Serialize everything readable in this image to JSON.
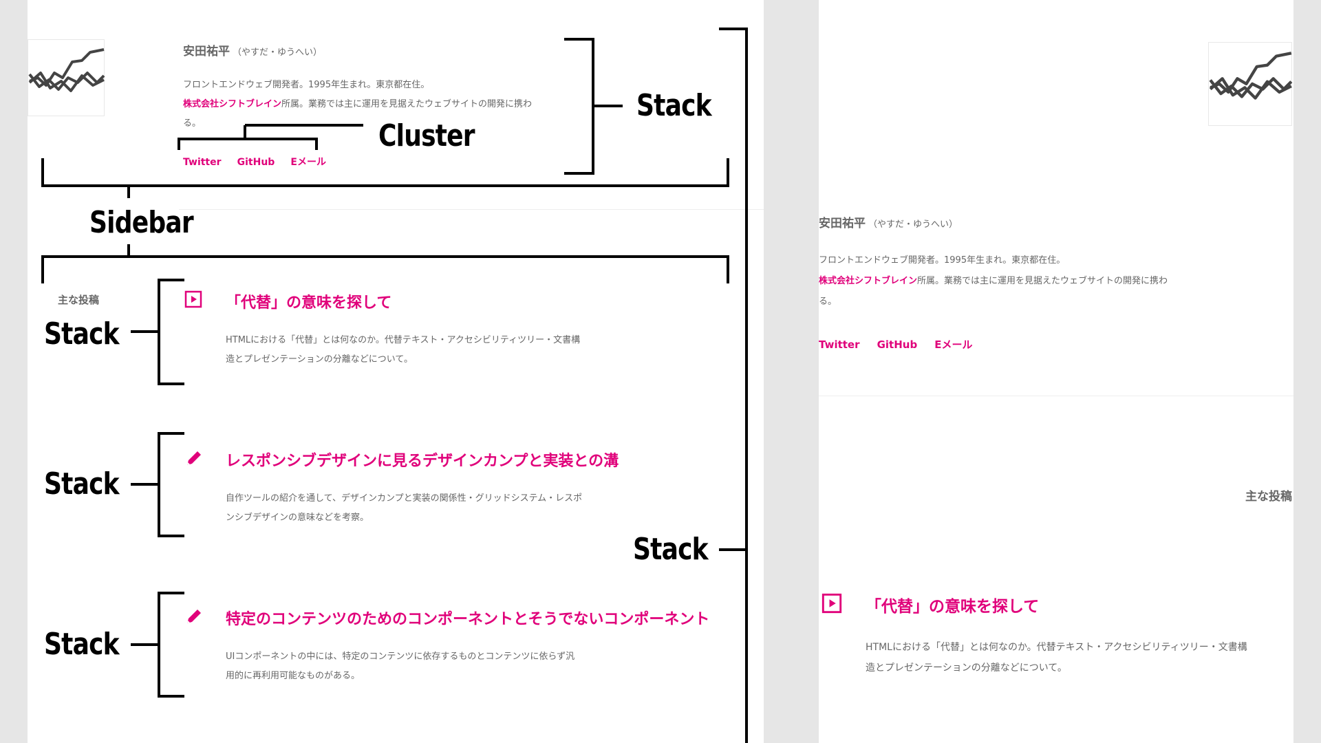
{
  "profile": {
    "name": "安田祐平",
    "name_kana": "（やすだ・ゆうへい）",
    "bio_line1": "フロントエンドウェブ開発者。1995年生まれ。東京都在住。",
    "company": "株式会社シフトブレイン",
    "bio_line2_rest": "所属。業務では主に運用を見据えたウェブサイトの開発に携わ",
    "bio_line3": "る。",
    "links": [
      "Twitter",
      "GitHub",
      "Eメール"
    ]
  },
  "posts_heading": "主な投稿",
  "posts": [
    {
      "icon": "play-square-icon",
      "title": "「代替」の意味を探して",
      "desc_line1": "HTMLにおける「代替」とは何なのか。代替テキスト・アクセシビリティツリー・文書構",
      "desc_line2": "造とプレゼンテーションの分離などについて。"
    },
    {
      "icon": "pencil-icon",
      "title": "レスポンシブデザインに見るデザインカンプと実装との溝",
      "desc_line1": "自作ツールの紹介を通して、デザインカンプと実装の関係性・グリッドシステム・レスポ",
      "desc_line2": "ンシブデザインの意味などを考察。"
    },
    {
      "icon": "pencil-icon",
      "title": "特定のコンテンツのためのコンポーネントとそうでないコンポーネント",
      "desc_line1": "UIコンポーネントの中には、特定のコンテンツに依存するものとコンテンツに依らず汎",
      "desc_line2": "用的に再利用可能なものがある。"
    }
  ],
  "annotations": {
    "stack_profile": "Stack",
    "cluster": "Cluster",
    "sidebar": "Sidebar",
    "stack_post": "Stack",
    "stack_outer": "Stack"
  },
  "colors": {
    "accent": "#e0007a",
    "text": "#666666",
    "annotation": "#000000"
  }
}
